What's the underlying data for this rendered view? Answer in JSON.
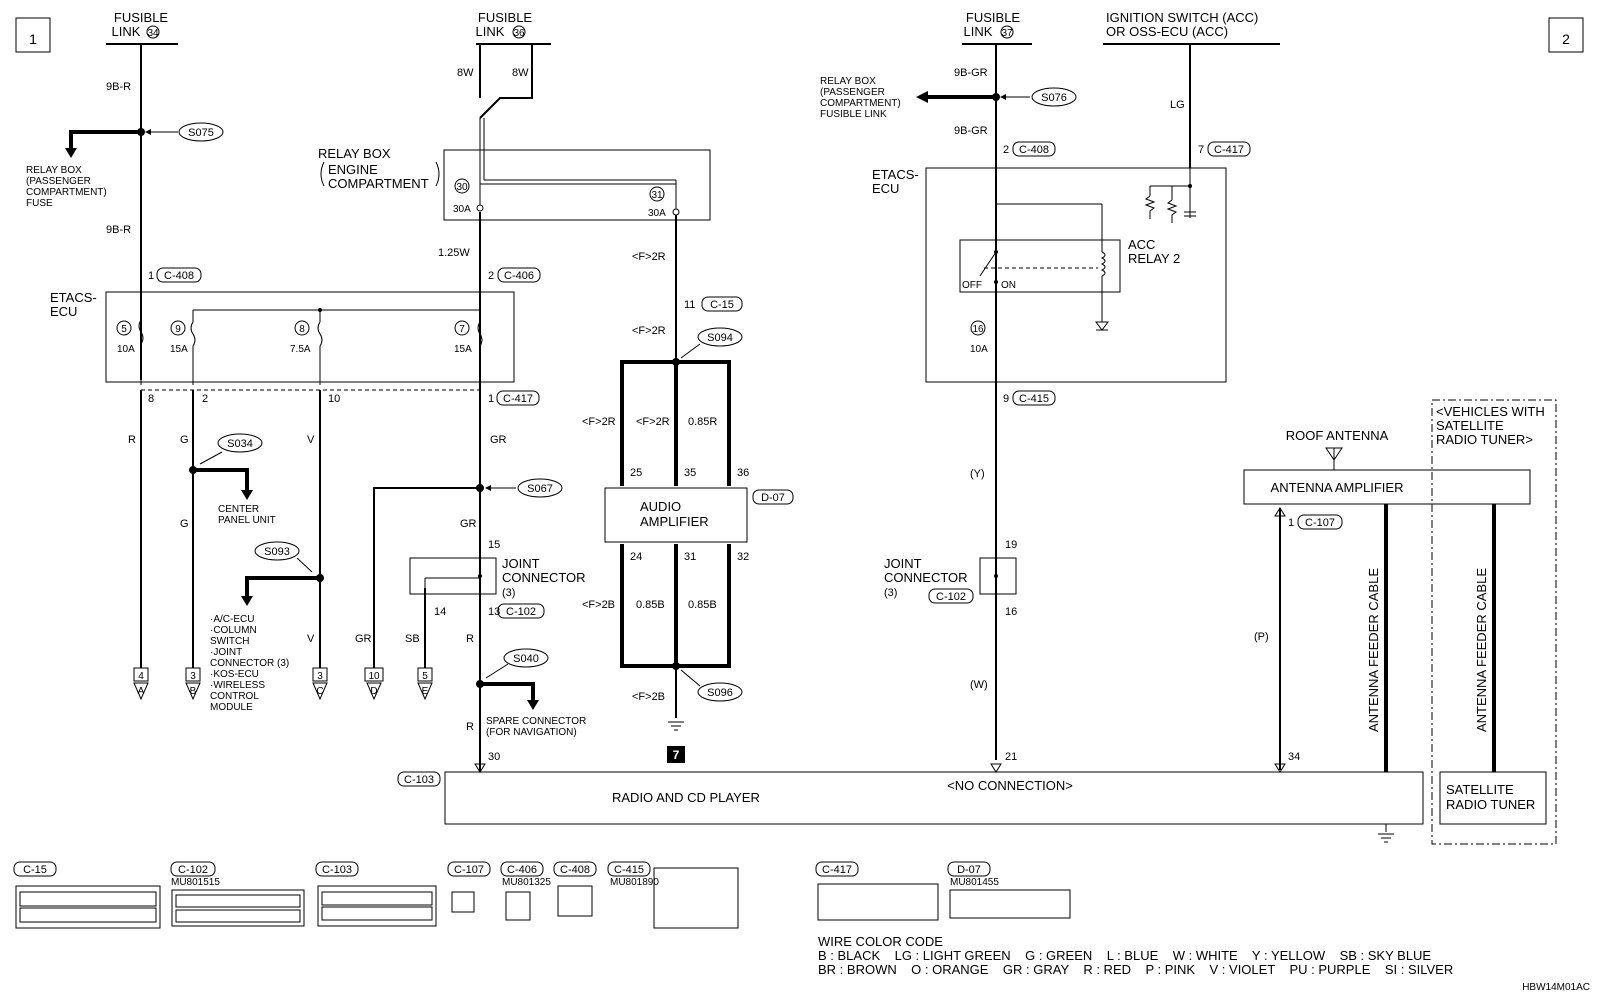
{
  "pages": {
    "left": "1",
    "right": "2"
  },
  "fusible_links": [
    {
      "id": "fl34",
      "line1": "FUSIBLE",
      "line2": "LINK",
      "num": "34"
    },
    {
      "id": "fl36",
      "line1": "FUSIBLE",
      "line2": "LINK",
      "num": "36"
    },
    {
      "id": "fl37",
      "line1": "FUSIBLE",
      "line2": "LINK",
      "num": "37"
    }
  ],
  "ignition": {
    "line1": "IGNITION SWITCH (ACC)",
    "line2": "OR OSS-ECU (ACC)"
  },
  "components": {
    "etacs_left": {
      "line1": "ETACS-",
      "line2": "ECU"
    },
    "etacs_right": {
      "line1": "ETACS-",
      "line2": "ECU"
    },
    "relay_box_engine": {
      "line1": "RELAY BOX",
      "line2": "ENGINE",
      "line3": "COMPARTMENT"
    },
    "relay_box_fuse": {
      "line1": "RELAY BOX",
      "line2": "(PASSENGER",
      "line3": "COMPARTMENT)",
      "line4": "FUSE"
    },
    "relay_box_fusible": {
      "line1": "RELAY BOX",
      "line2": "(PASSENGER",
      "line3": "COMPARTMENT)",
      "line4": "FUSIBLE LINK"
    },
    "audio_amp": {
      "line1": "AUDIO",
      "line2": "AMPLIFIER",
      "connector": "D-07"
    },
    "joint_conn_left": {
      "line1": "JOINT",
      "line2": "CONNECTOR",
      "line3": "(3)"
    },
    "joint_conn_right": {
      "line1": "JOINT",
      "line2": "CONNECTOR",
      "line3": "(3)",
      "connector": "C-102"
    },
    "center_panel": {
      "line1": "CENTER",
      "line2": "PANEL UNIT"
    },
    "spare_conn": {
      "line1": "SPARE CONNECTOR",
      "line2": "(FOR NAVIGATION)"
    },
    "acc_relay": {
      "line1": "ACC",
      "line2": "RELAY 2",
      "off": "OFF",
      "on": "ON"
    },
    "roof_antenna": "ROOF ANTENNA",
    "antenna_amp": "ANTENNA AMPLIFIER",
    "radio": {
      "label": "RADIO AND CD PLAYER",
      "connector": "C-103",
      "no_conn": "<NO CONNECTION>"
    },
    "sat_group": {
      "line1": "<VEHICLES WITH",
      "line2": "SATELLITE",
      "line3": "RADIO TUNER>"
    },
    "sat_tuner": {
      "line1": "SATELLITE",
      "line2": "RADIO TUNER"
    },
    "feeder_cable": "ANTENNA FEEDER CABLE"
  },
  "s093_targets": [
    "·A/C-ECU",
    "·COLUMN",
    "  SWITCH",
    "·JOINT",
    "  CONNECTOR (3)",
    "·KOS-ECU",
    "·WIRELESS",
    "  CONTROL",
    "  MODULE"
  ],
  "splices": [
    "S075",
    "S034",
    "S093",
    "S067",
    "S040",
    "S094",
    "S096",
    "S076"
  ],
  "fuses": [
    {
      "num": "5",
      "amp": "10A"
    },
    {
      "num": "9",
      "amp": "15A"
    },
    {
      "num": "8",
      "amp": "7.5A"
    },
    {
      "num": "7",
      "amp": "15A"
    },
    {
      "num": "30",
      "amp": "30A"
    },
    {
      "num": "31",
      "amp": "30A"
    },
    {
      "num": "16",
      "amp": "10A"
    }
  ],
  "wires": {
    "w9br": "9B-R",
    "w8w": "8W",
    "w125w": "1.25W",
    "wf2r": "<F>2R",
    "w085r": "0.85R",
    "wf2b": "<F>2B",
    "w085b": "0.85B",
    "w9bgr": "9B-GR",
    "wlg": "LG",
    "wr": "R",
    "wg": "G",
    "wv": "V",
    "wgr": "GR",
    "wsb": "SB",
    "wy": "(Y)",
    "ww": "(W)",
    "wp": "(P)"
  },
  "pins": {
    "p1": "1",
    "p2": "2",
    "p8": "8",
    "p10": "10",
    "p11": "11",
    "p13": "13",
    "p14": "14",
    "p15": "15",
    "p16": "16",
    "p19": "19",
    "p21": "21",
    "p24": "24",
    "p25": "25",
    "p30": "30",
    "p31": "31",
    "p32": "32",
    "p34": "34",
    "p35": "35",
    "p36": "36",
    "p7": "7",
    "p9": "9"
  },
  "connectors": {
    "c408": "C-408",
    "c406": "C-406",
    "c417": "C-417",
    "c15": "C-15",
    "c102": "C-102",
    "c415": "C-415",
    "c107": "C-107",
    "c103": "C-103"
  },
  "terminals": [
    {
      "num": "4",
      "letter": "A"
    },
    {
      "num": "3",
      "letter": "B"
    },
    {
      "num": "3",
      "letter": "C"
    },
    {
      "num": "10",
      "letter": "D"
    },
    {
      "num": "5",
      "letter": "E"
    }
  ],
  "ground_ref": "7",
  "connector_views": [
    {
      "name": "C-15",
      "part": ""
    },
    {
      "name": "C-102",
      "part": "MU801515"
    },
    {
      "name": "C-103",
      "part": ""
    },
    {
      "name": "C-107",
      "part": ""
    },
    {
      "name": "C-406",
      "part": "MU801325"
    },
    {
      "name": "C-408",
      "part": ""
    },
    {
      "name": "C-415",
      "part": "MU801890"
    },
    {
      "name": "C-417",
      "part": ""
    },
    {
      "name": "D-07",
      "part": "MU801455"
    }
  ],
  "color_code": {
    "title": "WIRE COLOR CODE",
    "row1": "B : BLACK    LG : LIGHT GREEN    G : GREEN    L : BLUE    W : WHITE    Y : YELLOW    SB : SKY BLUE",
    "row2": "BR : BROWN    O : ORANGE    GR : GRAY    R : RED    P : PINK    V : VIOLET    PU : PURPLE    SI : SILVER"
  },
  "figure_code": "HBW14M01AC"
}
